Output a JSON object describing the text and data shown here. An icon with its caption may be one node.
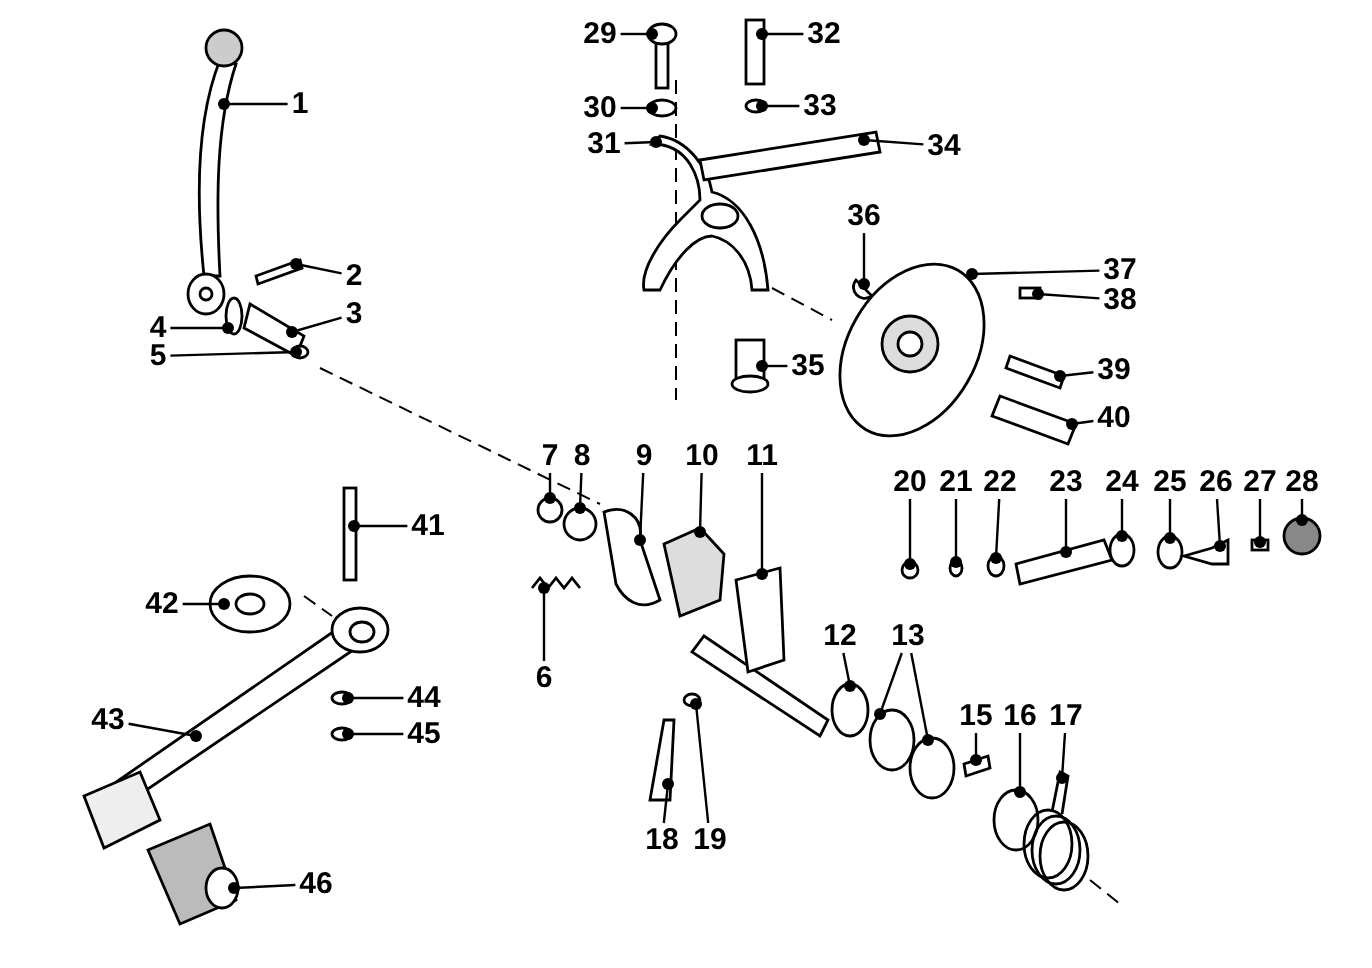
{
  "diagram": {
    "nodes": [
      {
        "text": [
          "1"
        ]
      },
      {
        "text": [
          "2"
        ]
      },
      {
        "text": [
          "3"
        ]
      },
      {
        "text": [
          "4"
        ]
      },
      {
        "text": [
          "5"
        ]
      },
      {
        "text": [
          "6"
        ]
      },
      {
        "text": [
          "7"
        ]
      },
      {
        "text": [
          "8"
        ]
      },
      {
        "text": [
          "9"
        ]
      },
      {
        "text": [
          "10"
        ]
      },
      {
        "text": [
          "11"
        ]
      },
      {
        "text": [
          "12"
        ]
      },
      {
        "text": [
          "13"
        ]
      },
      {
        "text": [
          "15"
        ]
      },
      {
        "text": [
          "16"
        ]
      },
      {
        "text": [
          "17"
        ]
      },
      {
        "text": [
          "18"
        ]
      },
      {
        "text": [
          "19"
        ]
      },
      {
        "text": [
          "20"
        ]
      },
      {
        "text": [
          "21"
        ]
      },
      {
        "text": [
          "22"
        ]
      },
      {
        "text": [
          "23"
        ]
      },
      {
        "text": [
          "24"
        ]
      },
      {
        "text": [
          "25"
        ]
      },
      {
        "text": [
          "26"
        ]
      },
      {
        "text": [
          "27"
        ]
      },
      {
        "text": [
          "28"
        ]
      },
      {
        "text": [
          "29"
        ]
      },
      {
        "text": [
          "30"
        ]
      },
      {
        "text": [
          "31"
        ]
      },
      {
        "text": [
          "32"
        ]
      },
      {
        "text": [
          "33"
        ]
      },
      {
        "text": [
          "34"
        ]
      },
      {
        "text": [
          "35"
        ]
      },
      {
        "text": [
          "36"
        ]
      },
      {
        "text": [
          "37"
        ]
      },
      {
        "text": [
          "38"
        ]
      },
      {
        "text": [
          "39"
        ]
      },
      {
        "text": [
          "40"
        ]
      },
      {
        "text": [
          "41"
        ]
      },
      {
        "text": [
          "42"
        ]
      },
      {
        "text": [
          "43"
        ]
      },
      {
        "text": [
          "44"
        ]
      },
      {
        "text": [
          "45"
        ]
      },
      {
        "text": [
          "46"
        ]
      },
      {
        "text": [],
        "shape": "picture"
      },
      {
        "text": [],
        "shape": "box"
      },
      {
        "text": [],
        "shape": "box"
      },
      {
        "text": [],
        "shape": "circle"
      },
      {
        "text": [],
        "shape": "circle"
      },
      {
        "text": [],
        "shape": "picture"
      },
      {
        "text": [],
        "shape": "circle"
      },
      {
        "text": [],
        "shape": "circle"
      },
      {
        "text": [],
        "shape": "box"
      },
      {
        "text": [],
        "shape": "box"
      },
      {
        "text": [],
        "shape": "box"
      },
      {
        "text": [],
        "shape": "circle"
      },
      {
        "text": [],
        "shape": "circle"
      },
      {
        "text": [],
        "shape": "circle"
      },
      {
        "text": [],
        "shape": "box"
      },
      {
        "text": [],
        "shape": "circle"
      },
      {
        "text": [],
        "shape": "picture"
      },
      {
        "text": [],
        "shape": "box"
      },
      {
        "text": [],
        "shape": "circle"
      },
      {
        "text": [],
        "shape": "circle"
      },
      {
        "text": [],
        "shape": "circle"
      },
      {
        "text": [],
        "shape": "circle"
      },
      {
        "text": [],
        "shape": "box"
      },
      {
        "text": [],
        "shape": "circle"
      },
      {
        "text": [],
        "shape": "circle"
      },
      {
        "text": [],
        "shape": "box"
      },
      {
        "text": [],
        "shape": "box"
      },
      {
        "text": [],
        "shape": "circle"
      },
      {
        "text": [],
        "shape": "picture"
      },
      {
        "text": [],
        "shape": "circle"
      },
      {
        "text": [],
        "shape": "picture"
      },
      {
        "text": [],
        "shape": "box"
      },
      {
        "text": [],
        "shape": "circle"
      },
      {
        "text": [],
        "shape": "box"
      },
      {
        "text": [],
        "shape": "picture"
      },
      {
        "text": [],
        "shape": "box"
      },
      {
        "text": [],
        "shape": "picture"
      },
      {
        "text": [],
        "shape": "box"
      },
      {
        "text": [],
        "shape": "box"
      },
      {
        "text": [],
        "shape": "box"
      },
      {
        "text": [],
        "shape": "box"
      },
      {
        "text": [],
        "shape": "picture"
      },
      {
        "text": [],
        "shape": "picture"
      },
      {
        "text": [],
        "shape": "circle"
      },
      {
        "text": [],
        "shape": "circle"
      },
      {
        "text": [],
        "shape": "picture"
      }
    ],
    "edges": [
      {
        "from": 0,
        "to": 45,
        "arrow": "other"
      },
      {
        "from": 1,
        "to": 46,
        "arrow": "other"
      },
      {
        "from": 2,
        "to": 47,
        "arrow": "other"
      },
      {
        "from": 3,
        "to": 48,
        "arrow": "other"
      },
      {
        "from": 4,
        "to": 49,
        "arrow": "other"
      },
      {
        "from": 5,
        "to": 50,
        "arrow": "other"
      },
      {
        "from": 6,
        "to": 51,
        "arrow": "other"
      },
      {
        "from": 7,
        "to": 52,
        "arrow": "other"
      },
      {
        "from": 8,
        "to": 53,
        "arrow": "other"
      },
      {
        "from": 9,
        "to": 54,
        "arrow": "other"
      },
      {
        "from": 10,
        "to": 55,
        "arrow": "other"
      },
      {
        "from": 11,
        "to": 56,
        "arrow": "other"
      },
      {
        "from": 12,
        "to": 57,
        "arrow": "other"
      },
      {
        "from": 12,
        "to": 58,
        "arrow": "other"
      },
      {
        "from": 13,
        "to": 59,
        "arrow": "other"
      },
      {
        "from": 14,
        "to": 60,
        "arrow": "other"
      },
      {
        "from": 15,
        "to": 61,
        "arrow": "other"
      },
      {
        "from": 16,
        "to": 62,
        "arrow": "other"
      },
      {
        "from": 17,
        "to": 63,
        "arrow": "other"
      },
      {
        "from": 18,
        "to": 64,
        "arrow": "other"
      },
      {
        "from": 19,
        "to": 65,
        "arrow": "other"
      },
      {
        "from": 20,
        "to": 66,
        "arrow": "other"
      },
      {
        "from": 21,
        "to": 67,
        "arrow": "other"
      },
      {
        "from": 22,
        "to": 68,
        "arrow": "other"
      },
      {
        "from": 23,
        "to": 69,
        "arrow": "other"
      },
      {
        "from": 24,
        "to": 70,
        "arrow": "other"
      },
      {
        "from": 25,
        "to": 71,
        "arrow": "other"
      },
      {
        "from": 26,
        "to": 72,
        "arrow": "other"
      },
      {
        "from": 27,
        "to": 73,
        "arrow": "other"
      },
      {
        "from": 28,
        "to": 74,
        "arrow": "other"
      },
      {
        "from": 29,
        "to": 75,
        "arrow": "other"
      },
      {
        "from": 30,
        "to": 76,
        "arrow": "other"
      },
      {
        "from": 31,
        "to": 77,
        "arrow": "other"
      },
      {
        "from": 32,
        "to": 78,
        "arrow": "other"
      },
      {
        "from": 33,
        "to": 79,
        "arrow": "other"
      },
      {
        "from": 34,
        "to": 80,
        "arrow": "other"
      },
      {
        "from": 35,
        "to": 81,
        "arrow": "other"
      },
      {
        "from": 36,
        "to": 82,
        "arrow": "other"
      },
      {
        "from": 37,
        "to": 83,
        "arrow": "other"
      },
      {
        "from": 38,
        "to": 84,
        "arrow": "other"
      },
      {
        "from": 39,
        "to": 85,
        "arrow": "other"
      },
      {
        "from": 40,
        "to": 86,
        "arrow": "other"
      },
      {
        "from": 41,
        "to": 87,
        "arrow": "other"
      },
      {
        "from": 42,
        "to": 88,
        "arrow": "other"
      },
      {
        "from": 43,
        "to": 89,
        "arrow": "other"
      },
      {
        "from": 44,
        "to": 90,
        "arrow": "other"
      }
    ]
  }
}
